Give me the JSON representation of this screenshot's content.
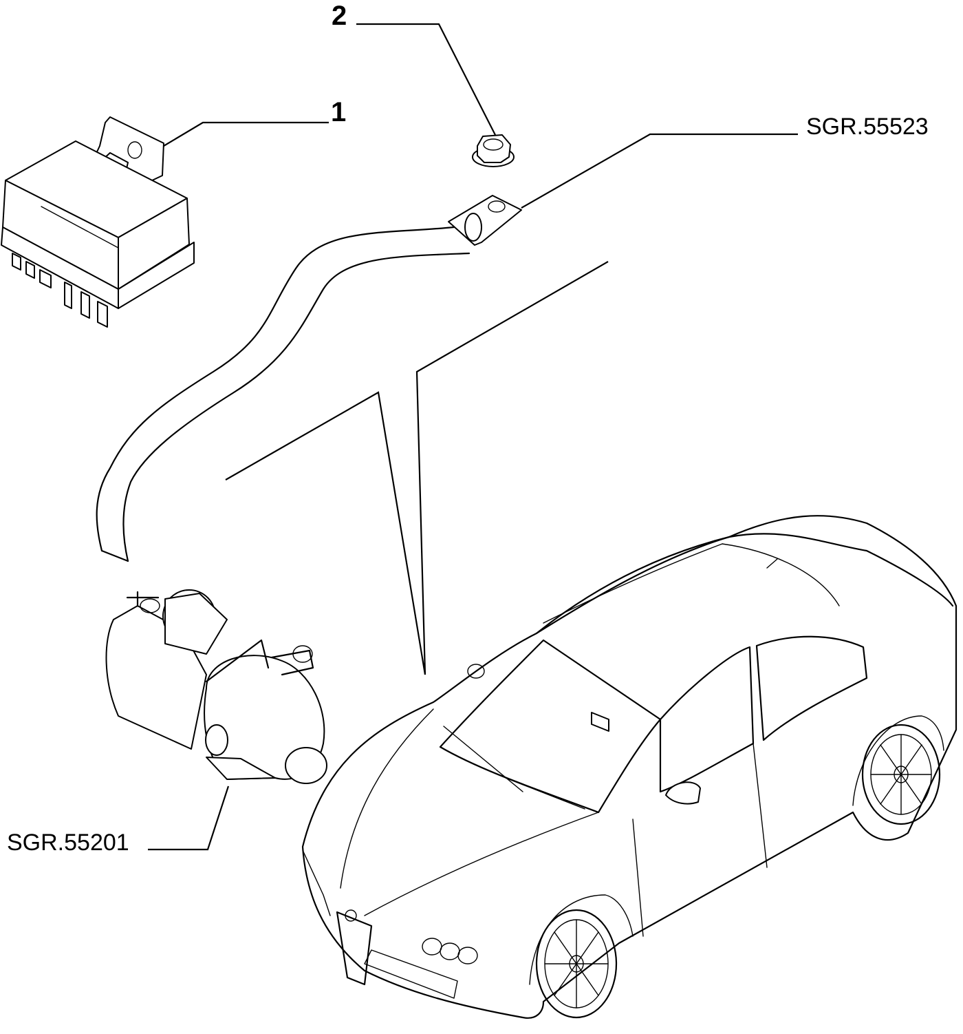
{
  "callouts": {
    "item1": "1",
    "item2": "2",
    "ref_cable": "SGR.55523",
    "ref_starter": "SGR.55201"
  },
  "parts": [
    {
      "id": "1",
      "name": "relay-unit"
    },
    {
      "id": "2",
      "name": "nut"
    }
  ]
}
